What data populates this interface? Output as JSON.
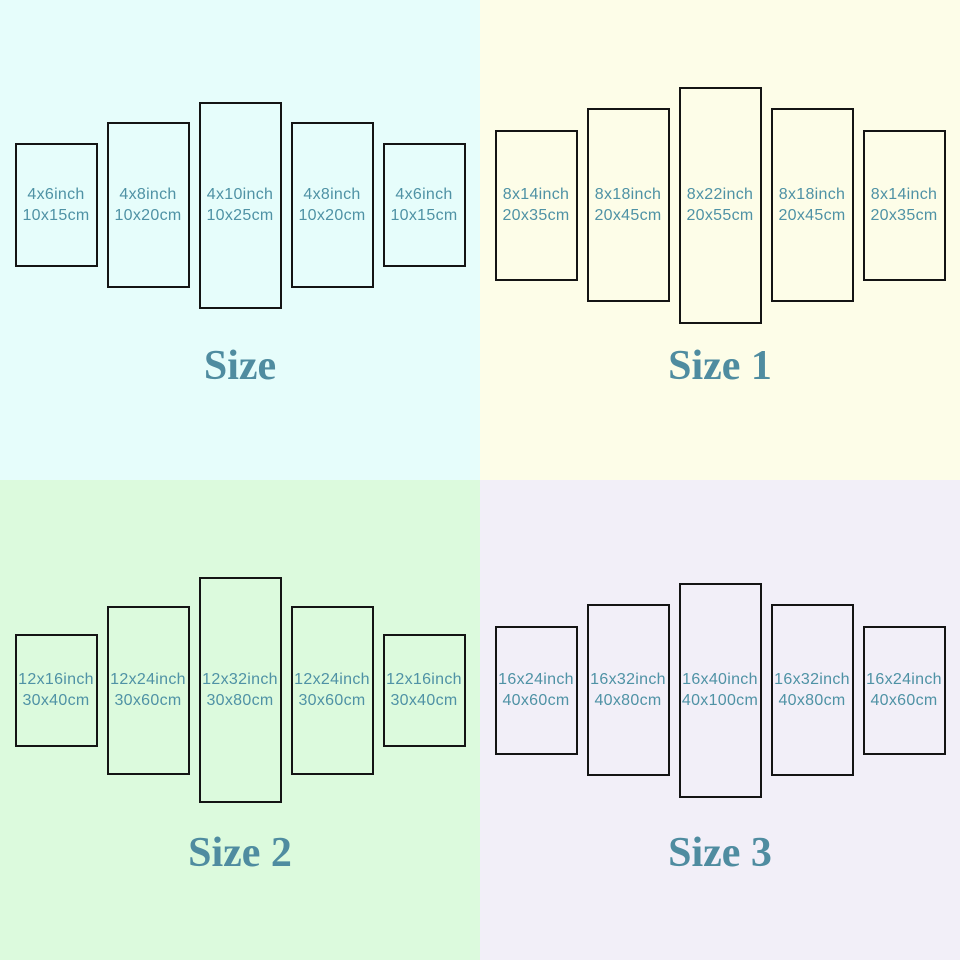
{
  "colors": {
    "panel_border": "#141414",
    "label_text": "#4f92a5",
    "title_text": "#4f8ca0",
    "quadrant_backgrounds": [
      "#e6fdfb",
      "#fdfde8",
      "#dcfadd",
      "#f2eff8"
    ]
  },
  "quadrants": [
    {
      "title": "Size",
      "background": "#e6fdfb",
      "panels": [
        {
          "inch": "4x6inch",
          "cm": "10x15cm"
        },
        {
          "inch": "4x8inch",
          "cm": "10x20cm"
        },
        {
          "inch": "4x10inch",
          "cm": "10x25cm"
        },
        {
          "inch": "4x8inch",
          "cm": "10x20cm"
        },
        {
          "inch": "4x6inch",
          "cm": "10x15cm"
        }
      ]
    },
    {
      "title": "Size 1",
      "background": "#fdfde8",
      "panels": [
        {
          "inch": "8x14inch",
          "cm": "20x35cm"
        },
        {
          "inch": "8x18inch",
          "cm": "20x45cm"
        },
        {
          "inch": "8x22inch",
          "cm": "20x55cm"
        },
        {
          "inch": "8x18inch",
          "cm": "20x45cm"
        },
        {
          "inch": "8x14inch",
          "cm": "20x35cm"
        }
      ]
    },
    {
      "title": "Size 2",
      "background": "#dcfadd",
      "panels": [
        {
          "inch": "12x16inch",
          "cm": "30x40cm"
        },
        {
          "inch": "12x24inch",
          "cm": "30x60cm"
        },
        {
          "inch": "12x32inch",
          "cm": "30x80cm"
        },
        {
          "inch": "12x24inch",
          "cm": "30x60cm"
        },
        {
          "inch": "12x16inch",
          "cm": "30x40cm"
        }
      ]
    },
    {
      "title": "Size 3",
      "background": "#f2eff8",
      "panels": [
        {
          "inch": "16x24inch",
          "cm": "40x60cm"
        },
        {
          "inch": "16x32inch",
          "cm": "40x80cm"
        },
        {
          "inch": "16x40inch",
          "cm": "40x100cm"
        },
        {
          "inch": "16x32inch",
          "cm": "40x80cm"
        },
        {
          "inch": "16x24inch",
          "cm": "40x60cm"
        }
      ]
    }
  ]
}
